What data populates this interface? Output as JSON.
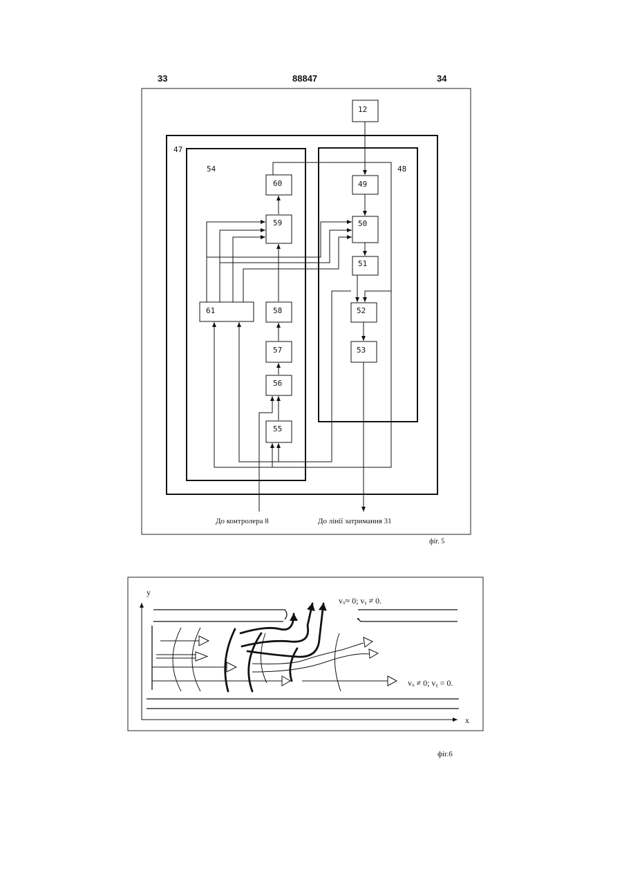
{
  "header": {
    "left_page": "33",
    "patent_number": "88847",
    "right_page": "34"
  },
  "fig5": {
    "blocks": {
      "b12": "12",
      "b47": "47",
      "b48": "48",
      "b54": "54",
      "b49": "49",
      "b50": "50",
      "b51": "51",
      "b52": "52",
      "b53": "53",
      "b55": "55",
      "b56": "56",
      "b57": "57",
      "b58": "58",
      "b59": "59",
      "b60": "60",
      "b61": "61"
    },
    "label_controller": "До  контролера 8",
    "label_delay_line": "До  лінії  затримання 31",
    "caption": "фіг. 5"
  },
  "fig6": {
    "axis_y": "y",
    "axis_x": "x",
    "annotation_top": "vₓ≈ 0;  vᵧ ≠ 0.",
    "annotation_bottom": "vₓ ≠ 0;  vᵧ = 0.",
    "caption": "фіг.6"
  }
}
